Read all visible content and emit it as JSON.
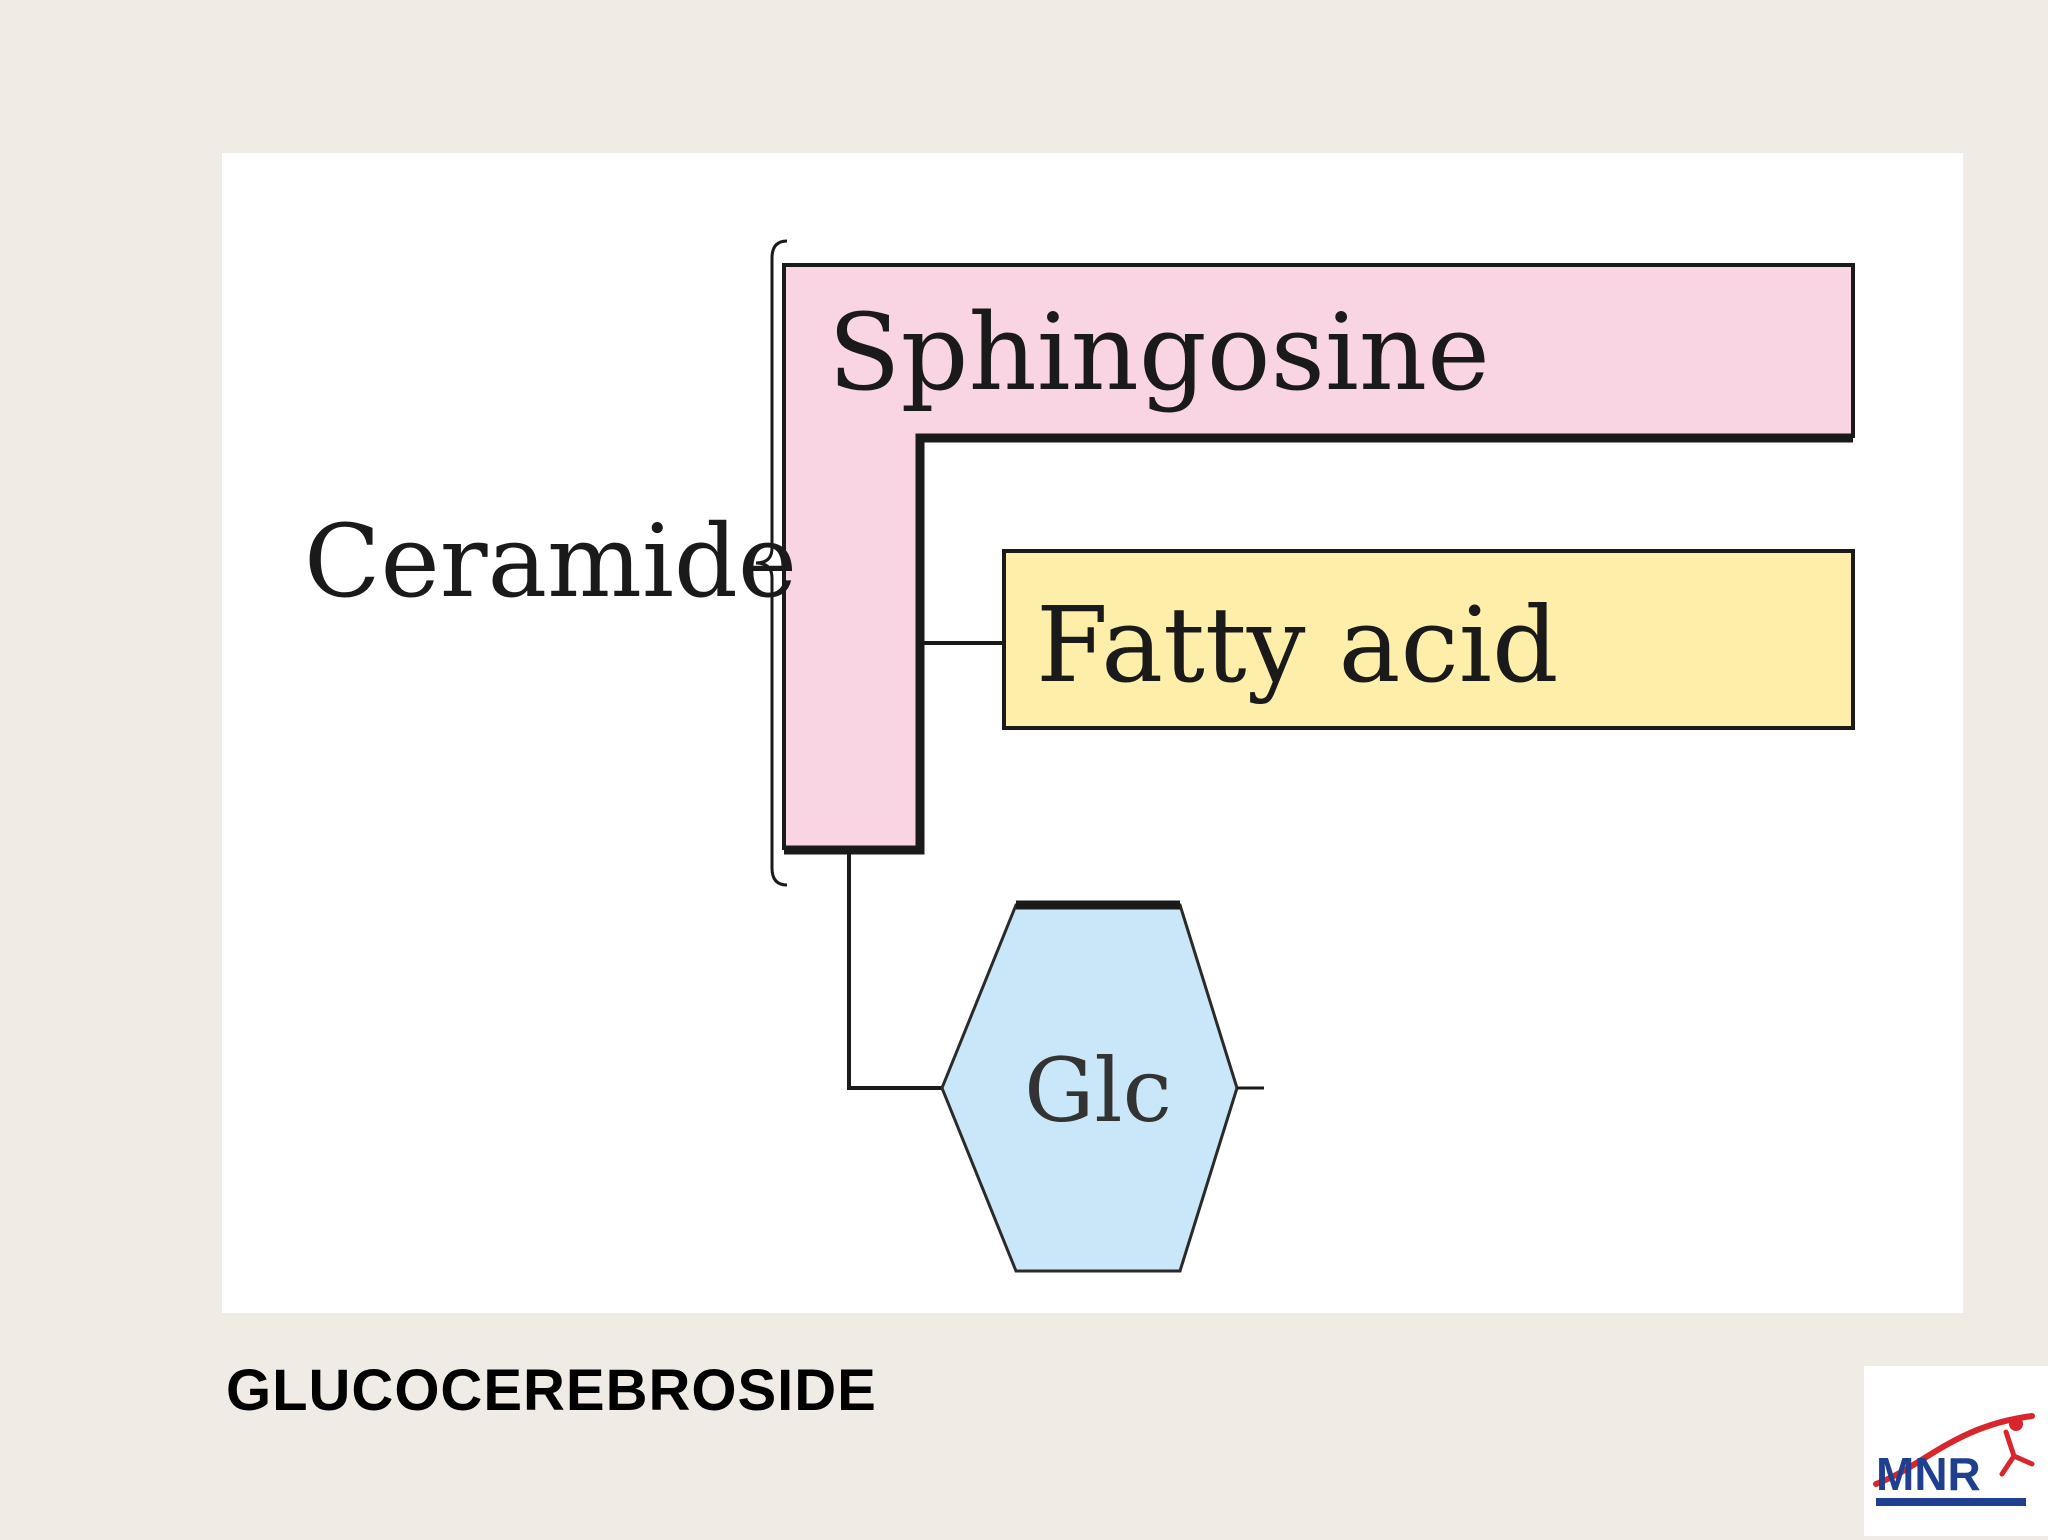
{
  "diagram": {
    "ceramide_label": "Ceramide",
    "sphingosine_label": "Sphingosine",
    "fatty_acid_label": "Fatty acid",
    "sugar_label": "Glc"
  },
  "slide": {
    "caption": "GLUCOCEREBROSIDE"
  },
  "logo": {
    "text": "MNR"
  },
  "colors": {
    "background": "#f0ebe5",
    "panel": "#ffffff",
    "sphingosine_fill": "#f9d5e4",
    "fatty_acid_fill": "#fdefa9",
    "glucose_fill": "#c9e7f9",
    "outline": "#1a1a1a",
    "logo_blue": "#1f3f8f",
    "logo_red": "#d9262c"
  }
}
